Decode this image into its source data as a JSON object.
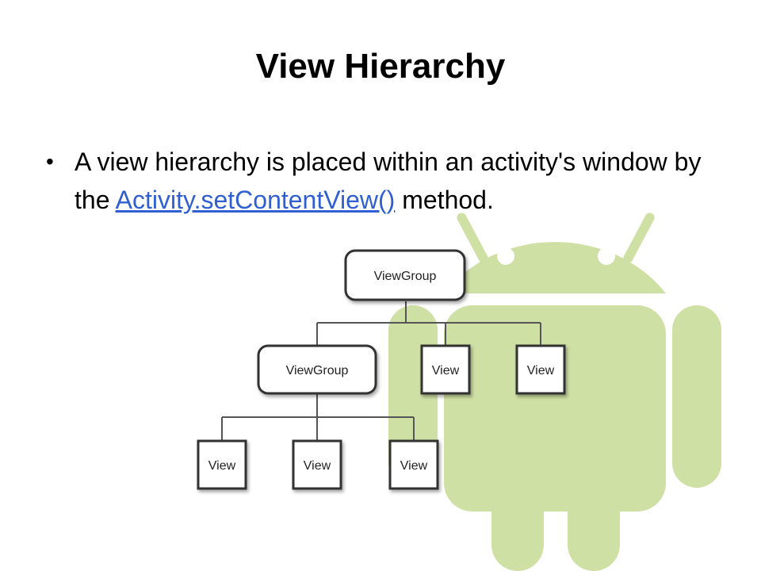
{
  "slide": {
    "title": "View Hierarchy",
    "bullet": {
      "text_before_link": "A view hierarchy is placed within an activity's window by the ",
      "link_text": "Activity.setContentView()",
      "text_after_link": " method."
    }
  },
  "diagram": {
    "root": {
      "label": "ViewGroup"
    },
    "level1": [
      {
        "label": "ViewGroup"
      },
      {
        "label": "View"
      },
      {
        "label": "View"
      }
    ],
    "level2": [
      {
        "label": "View"
      },
      {
        "label": "View"
      },
      {
        "label": "View"
      }
    ]
  },
  "colors": {
    "android_green": "#cfe0a4",
    "link": "#2f5fd0",
    "node_border": "#333333"
  },
  "icons": {
    "background": "android-robot-icon"
  }
}
